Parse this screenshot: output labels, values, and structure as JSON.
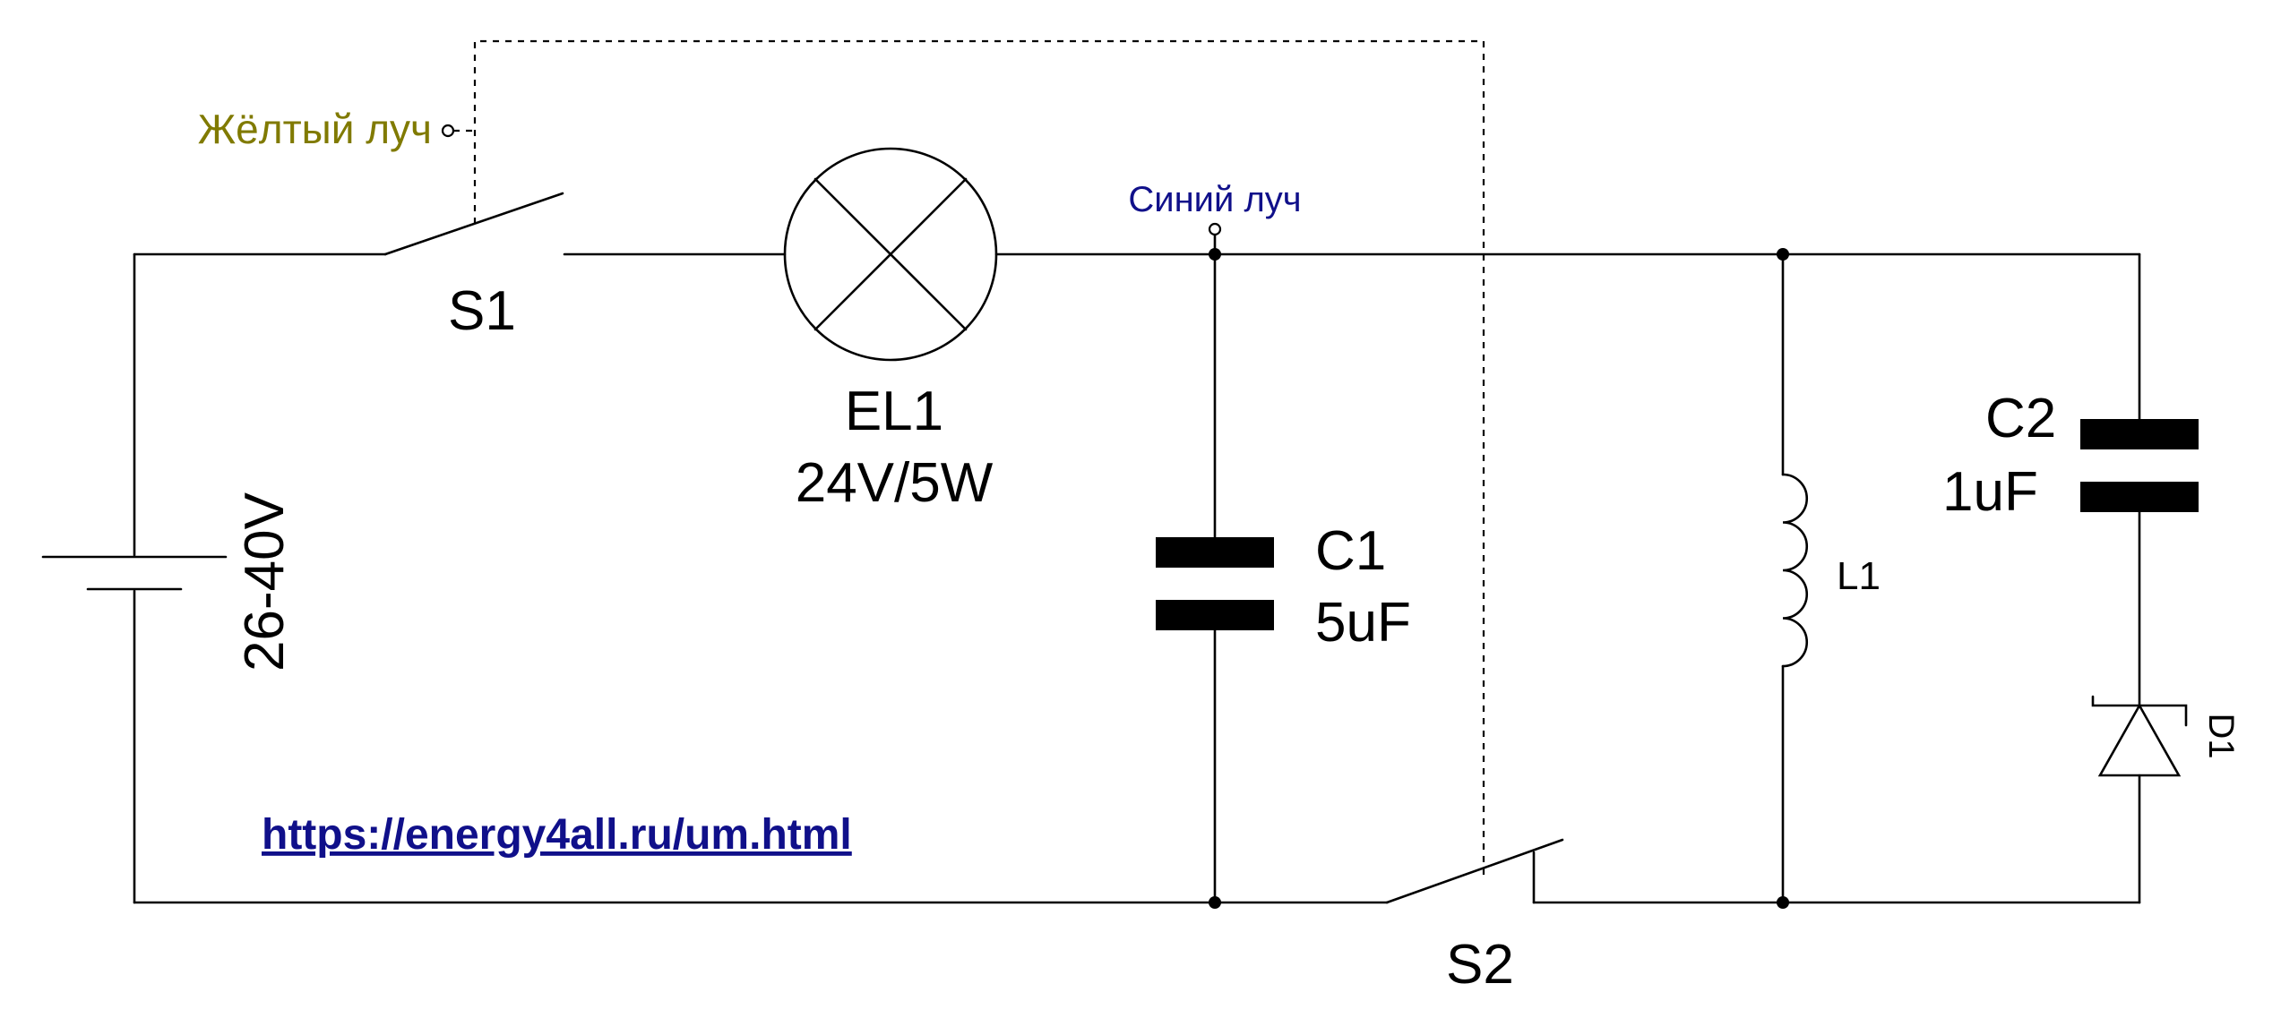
{
  "components": {
    "battery": {
      "label": "26-40V"
    },
    "s1": {
      "label": "S1"
    },
    "el1": {
      "name": "EL1",
      "rating": "24V/5W"
    },
    "c1": {
      "name": "C1",
      "value": "5uF"
    },
    "s2": {
      "label": "S2"
    },
    "l1": {
      "label": "L1"
    },
    "c2": {
      "name": "C2",
      "value": "1uF"
    },
    "d1": {
      "label": "D1"
    }
  },
  "probes": {
    "yellow": {
      "label": "Жёлтый луч",
      "color": "#807a00"
    },
    "blue": {
      "label": "Синий луч",
      "color": "#10108a"
    }
  },
  "link": {
    "url": "https://energy4all.ru/um.html",
    "color": "#10108a"
  }
}
